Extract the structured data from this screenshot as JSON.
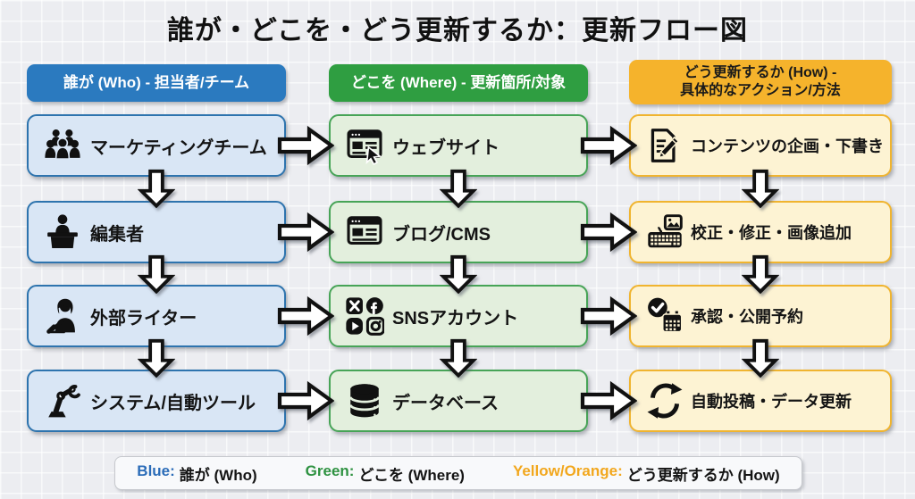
{
  "title": "誰が・どこを・どう更新するか：更新フロー図",
  "headers": {
    "who": "誰が (Who) - 担当者/チーム",
    "where": "どこを (Where) - 更新箇所/対象",
    "how": "どう更新するか (How) -\n具体的なアクション/方法"
  },
  "colors": {
    "who_accent": "#2b7abf",
    "who_fill": "#d9e6f5",
    "who_border": "#2e74ae",
    "where_accent": "#2f9e41",
    "where_fill": "#e3efdd",
    "where_border": "#47a457",
    "how_accent": "#f5b32c",
    "how_fill": "#fdf3d3",
    "how_border": "#f0b42f"
  },
  "rows": [
    {
      "who": {
        "icon": "people-group-icon",
        "label": "マーケティングチーム"
      },
      "where": {
        "icon": "website-cursor-icon",
        "label": "ウェブサイト"
      },
      "how": {
        "icon": "document-pencil-icon",
        "label": "コンテンツの企画・下書き"
      }
    },
    {
      "who": {
        "icon": "editor-desk-icon",
        "label": "編集者"
      },
      "where": {
        "icon": "browser-window-icon",
        "label": "ブログ/CMS"
      },
      "how": {
        "icon": "keyboard-image-icon",
        "label": "校正・修正・画像追加"
      }
    },
    {
      "who": {
        "icon": "writer-person-icon",
        "label": "外部ライター"
      },
      "where": {
        "icon": "sns-logos-icon",
        "label": "SNSアカウント"
      },
      "how": {
        "icon": "check-calendar-icon",
        "label": "承認・公開予約"
      }
    },
    {
      "who": {
        "icon": "robot-arm-icon",
        "label": "システム/自動ツール"
      },
      "where": {
        "icon": "database-icon",
        "label": "データベース"
      },
      "how": {
        "icon": "refresh-icon",
        "label": "自動投稿・データ更新"
      }
    }
  ],
  "legend": [
    {
      "term": "Blue:",
      "color": "#2b6cb8",
      "label": "誰が (Who)"
    },
    {
      "term": "Green:",
      "color": "#2e9241",
      "label": "どこを (Where)"
    },
    {
      "term": "Yellow/Orange:",
      "color": "#f2a71d",
      "label": "どう更新するか (How)"
    }
  ]
}
